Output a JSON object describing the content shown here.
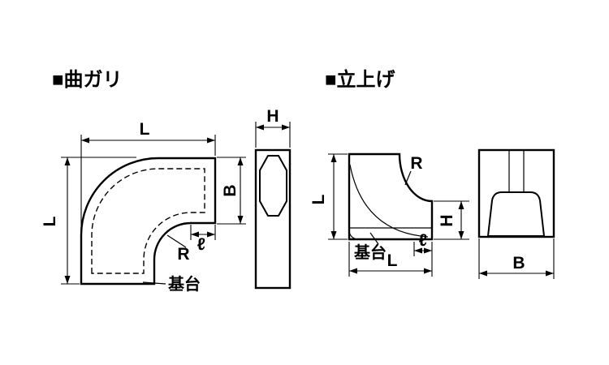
{
  "colors": {
    "line": "#000000",
    "background": "#ffffff"
  },
  "bend": {
    "title": "■曲ガリ",
    "dims": {
      "length_top": "L",
      "length_left": "L",
      "width": "B",
      "radius": "R",
      "lip": "ℓ",
      "height": "H"
    },
    "base_label": "基台"
  },
  "riser": {
    "title": "■立上げ",
    "dims": {
      "length_left": "L",
      "length_bottom": "L",
      "radius": "R",
      "lip": "ℓ",
      "height": "H",
      "width": "B"
    },
    "base_label": "基台"
  }
}
